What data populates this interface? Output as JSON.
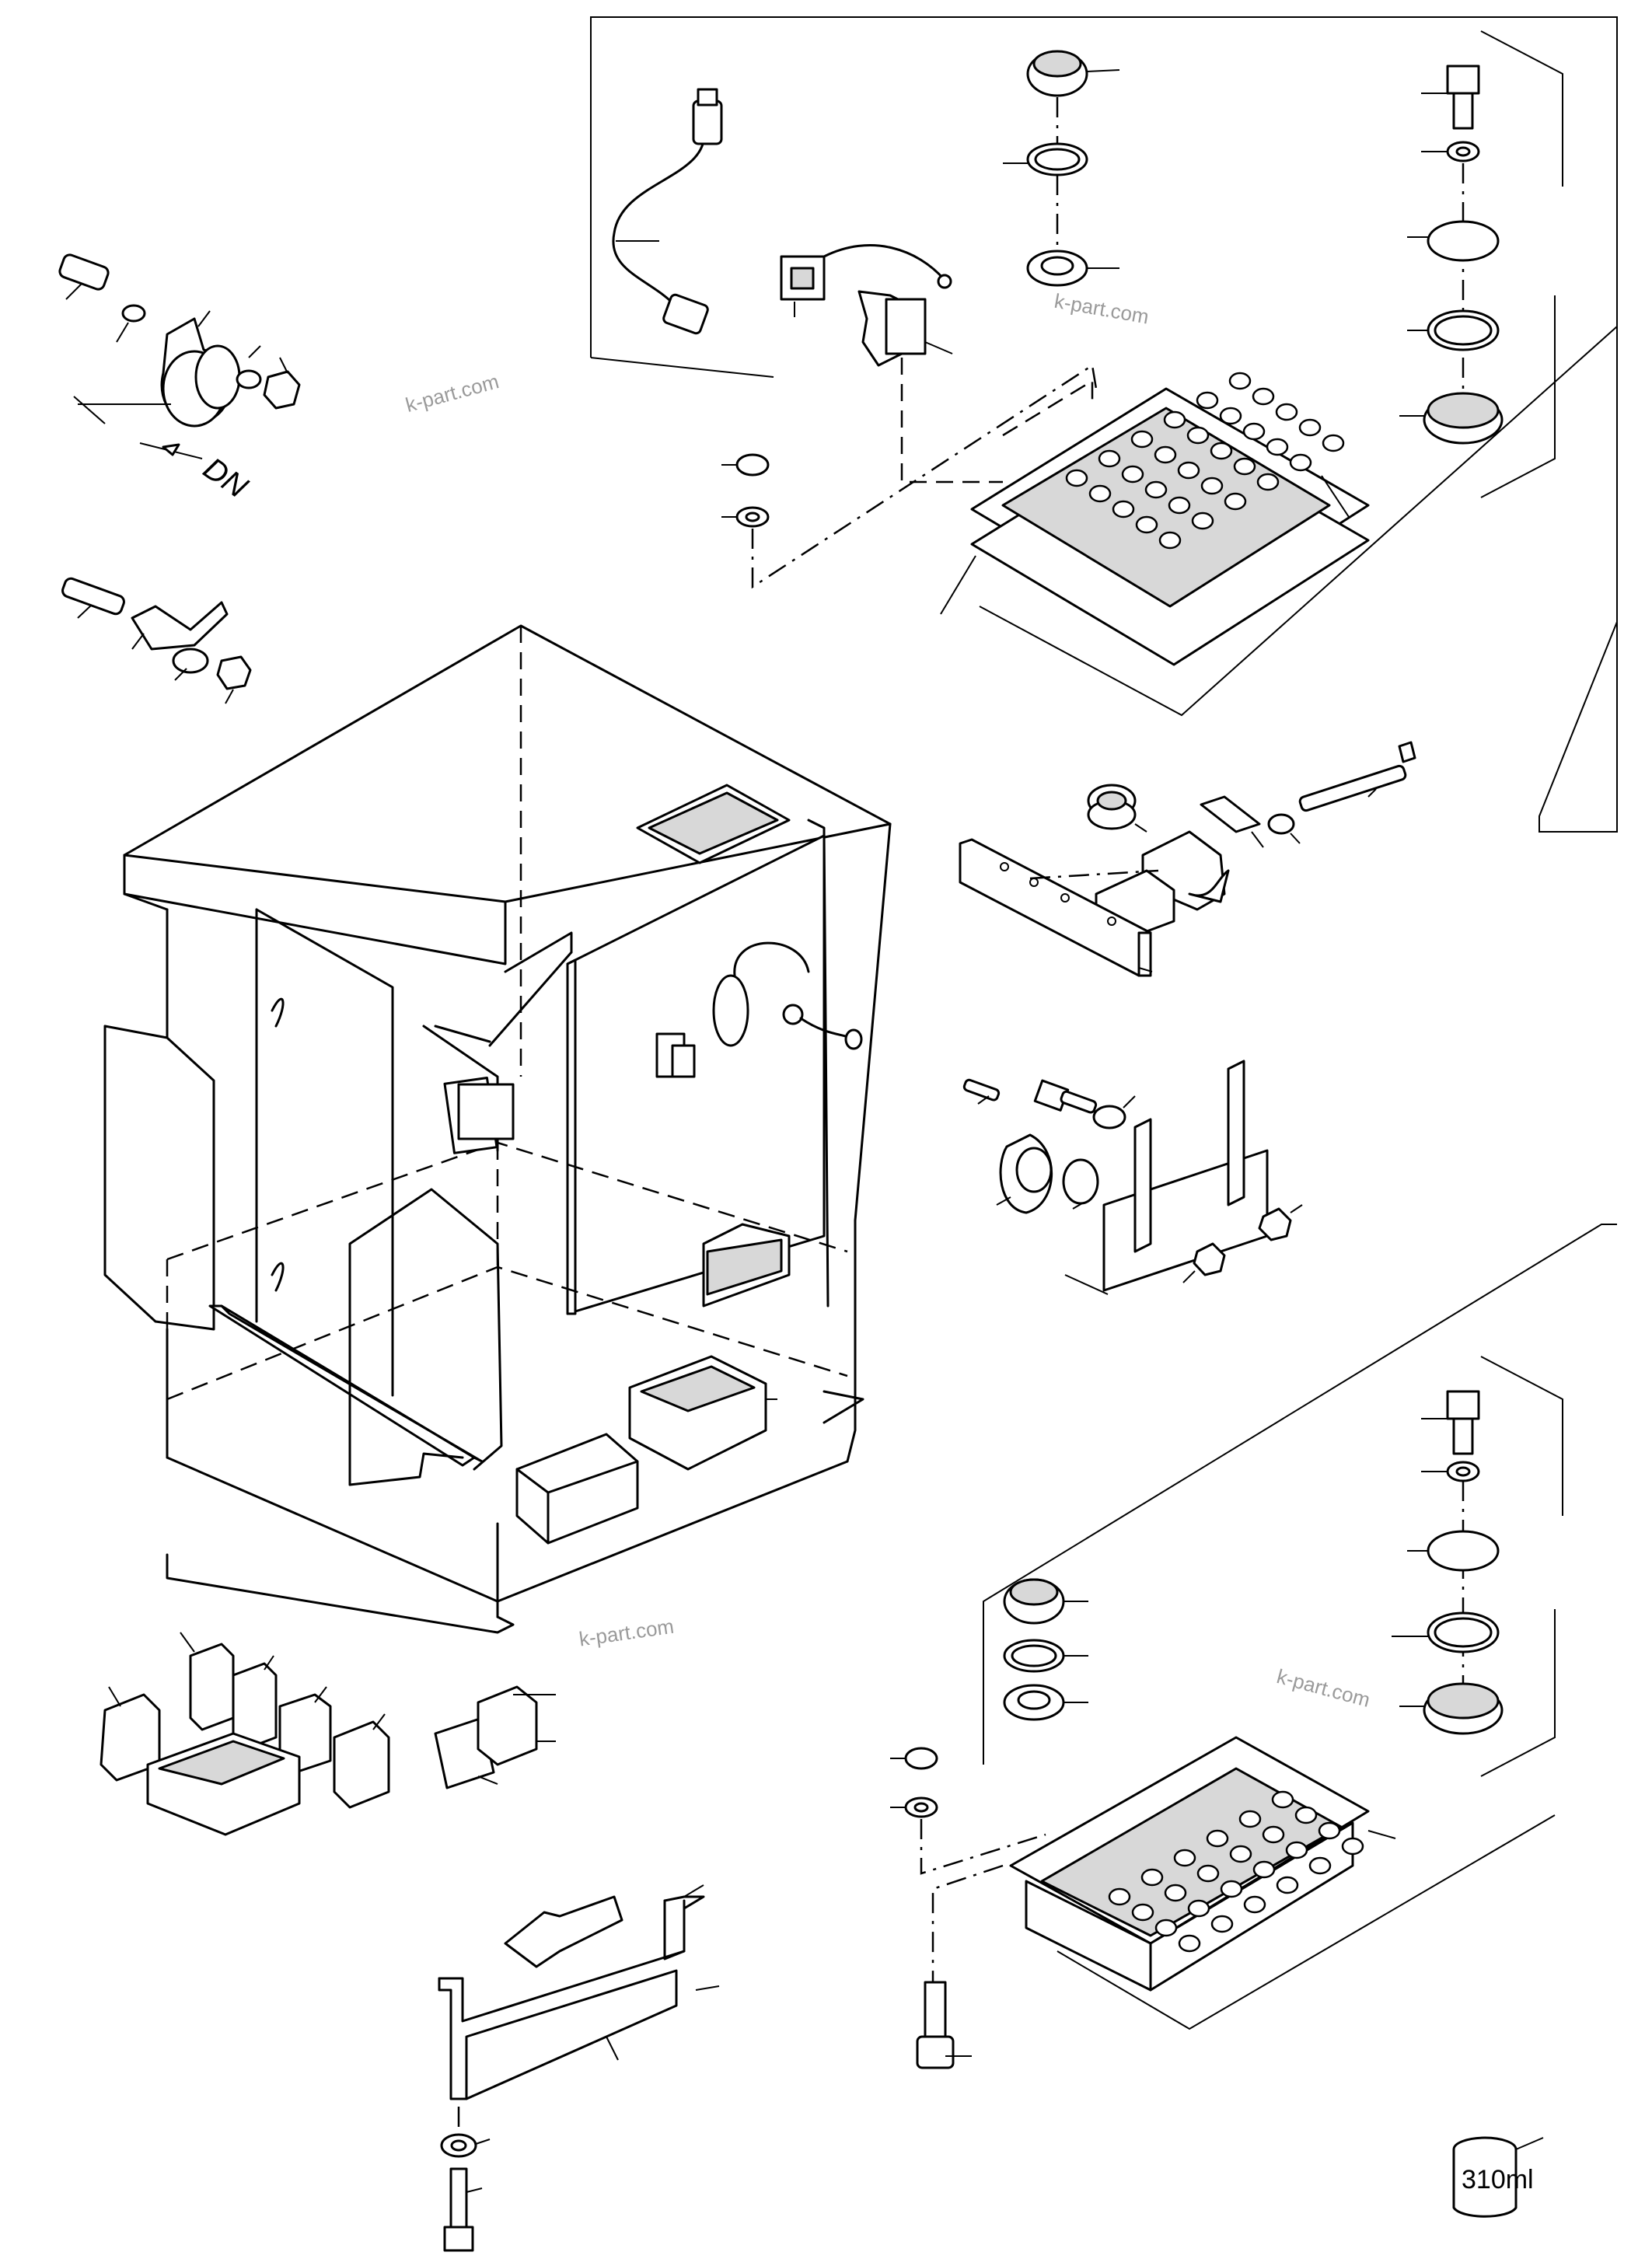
{
  "labels": {
    "dn": "DN",
    "volume": "310ml"
  },
  "watermarks": [
    "k-part.com",
    "k-part.com",
    "k-part.com",
    "k-part.com"
  ],
  "colors": {
    "line": "#000000",
    "background": "#ffffff",
    "watermark": "#9a9a9a"
  }
}
